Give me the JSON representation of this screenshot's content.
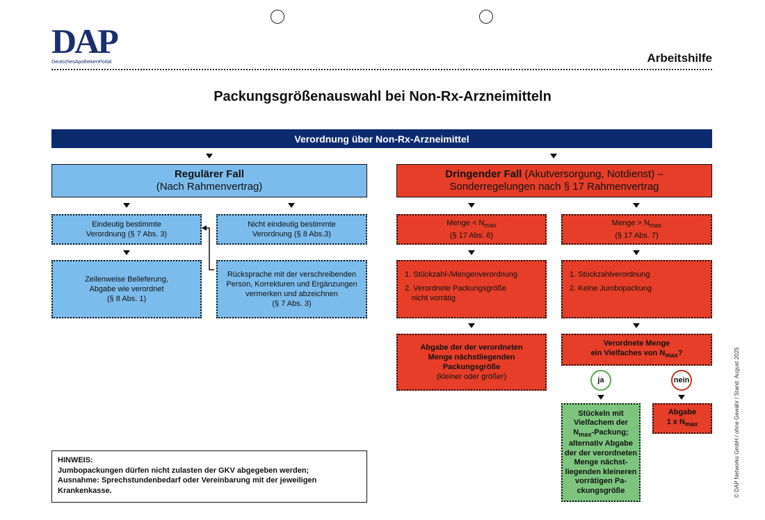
{
  "header": {
    "logo_mark": "DAP",
    "logo_sub": "DeutschesApothekenPortal",
    "doc_type": "Arbeitshilfe"
  },
  "title": "Packungsgrößenauswahl bei Non-Rx-Arzneimitteln",
  "top_box": "Verordnung über Non-Rx-Arzneimittel",
  "regular": {
    "title": "Regulärer Fall",
    "subtitle": "(Nach Rahmenvertrag)",
    "clear": {
      "line1": "Eindeutig bestimmte",
      "line2": "Verordnung (§ 7 Abs. 3)"
    },
    "unclear": {
      "line1": "Nicht eindeutig bestimmte",
      "line2": "Verordnung (§ 8 Abs.3)"
    },
    "clear_result": {
      "line1": "Zeilenweise Belieferung,",
      "line2": "Abgabe wie verordnet",
      "line3": "(§ 8 Abs. 1)"
    },
    "unclear_result": {
      "line1": "Rücksprache mit der verschreibenden",
      "line2": "Person, Korrekturen und Ergänzungen",
      "line3": "vermerken und abzeichnen",
      "line4": "(§ 7 Abs. 3)"
    }
  },
  "urgent": {
    "title": "Dringender Fall",
    "title_rest": " (Akutversorgung, Notdienst) –",
    "subtitle": "Sonderregelungen nach § 17 Rahmenvertrag",
    "less": {
      "prefix": "Menge < N",
      "sub": "max",
      "ref": "(§ 17 Abs. 6)"
    },
    "more": {
      "prefix": "Menge > N",
      "sub": "max",
      "ref": "(§ 17 Abs. 7)"
    },
    "less_list": {
      "item1": "1. Stückzahl-/Mengenverordnung",
      "item2a": "2. Verordnete Packungsgröße",
      "item2b": "nicht vorrätig"
    },
    "more_list": {
      "item1": "1. Stückzahlverordnung",
      "item2": "2. Keine Jumbopackung"
    },
    "less_result": {
      "line1": "Abgabe der der verordneten",
      "line2": "Menge nächstliegenden",
      "line3": "Packungsgröße",
      "line4": "(kleiner oder größer)"
    },
    "question": {
      "line1": "Verordnete Menge",
      "line2_prefix": "ein Vielfaches von N",
      "line2_sub": "max",
      "line2_suffix": "?"
    },
    "yes": "ja",
    "no": "nein",
    "yes_result": {
      "line1": "Stückeln mit",
      "line2": "Vielfachem der",
      "line3_prefix": "N",
      "line3_sub": "max",
      "line3_suffix": "-Packung;",
      "line4": "alternativ Abgabe",
      "line5": "der der verordneten",
      "line6": "Menge nächst-",
      "line7": "liegenden kleineren",
      "line8": "vorrätigen Pa-",
      "line9": "ckungsgröße"
    },
    "no_result": {
      "line1": "Abgabe",
      "line2_prefix": "1 x N",
      "line2_sub": "max"
    }
  },
  "hint": {
    "title": "HINWEIS:",
    "line1": "Jumbopackungen dürfen nicht zulasten der GKV abgegeben werden;",
    "line2": "Ausnahme: Sprechstundenbedarf oder Vereinbarung mit der jeweiligen",
    "line3": "Krankenkasse."
  },
  "sidenote": "© DAP Networks GmbH / ohne Gewähr / Stand: August 2025",
  "colors": {
    "navy": "#0c2a6e",
    "light_blue": "#7cbcec",
    "red": "#e63e28",
    "green": "#7dc57e"
  }
}
